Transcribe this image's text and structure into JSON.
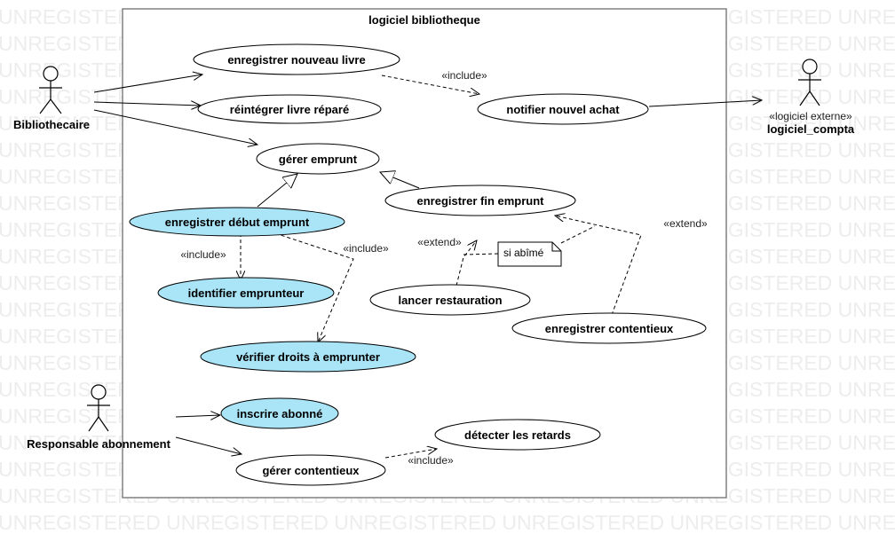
{
  "watermark": {
    "text": "UNREGISTERED"
  },
  "system": {
    "title": "logiciel bibliotheque"
  },
  "actors": {
    "bibliothecaire": {
      "name": "Bibliothecaire"
    },
    "compta": {
      "stereotype": "«logiciel externe»",
      "name": "logiciel_compta"
    },
    "responsable": {
      "name": "Responsable abonnement"
    }
  },
  "use_cases": {
    "enregistrer_livre": "enregistrer nouveau livre",
    "reintegrer": "réintégrer livre réparé",
    "notifier": "notifier nouvel achat",
    "gerer_emprunt": "gérer emprunt",
    "debut_emprunt": "enregistrer début emprunt",
    "fin_emprunt": "enregistrer fin emprunt",
    "identifier": "identifier emprunteur",
    "verifier": "vérifier droits à emprunter",
    "restauration": "lancer restauration",
    "contentieux_enr": "enregistrer contentieux",
    "inscrire": "inscrire abonné",
    "detecter": "détecter  les retards",
    "gerer_contentieux": "gérer contentieux"
  },
  "relations": {
    "include_notifier": "«include»",
    "include_identifier": "«include»",
    "include_verifier": "«include»",
    "extend_restauration": "«extend»",
    "extend_contentieux": "«extend»",
    "include_detecter": "«include»"
  },
  "note": {
    "text": "si abîmé"
  },
  "colors": {
    "highlight_fill": "#a9e4f7",
    "ellipse_fill": "#ffffff",
    "stroke": "#000000",
    "border": "#808080",
    "watermark": "#ededed"
  }
}
